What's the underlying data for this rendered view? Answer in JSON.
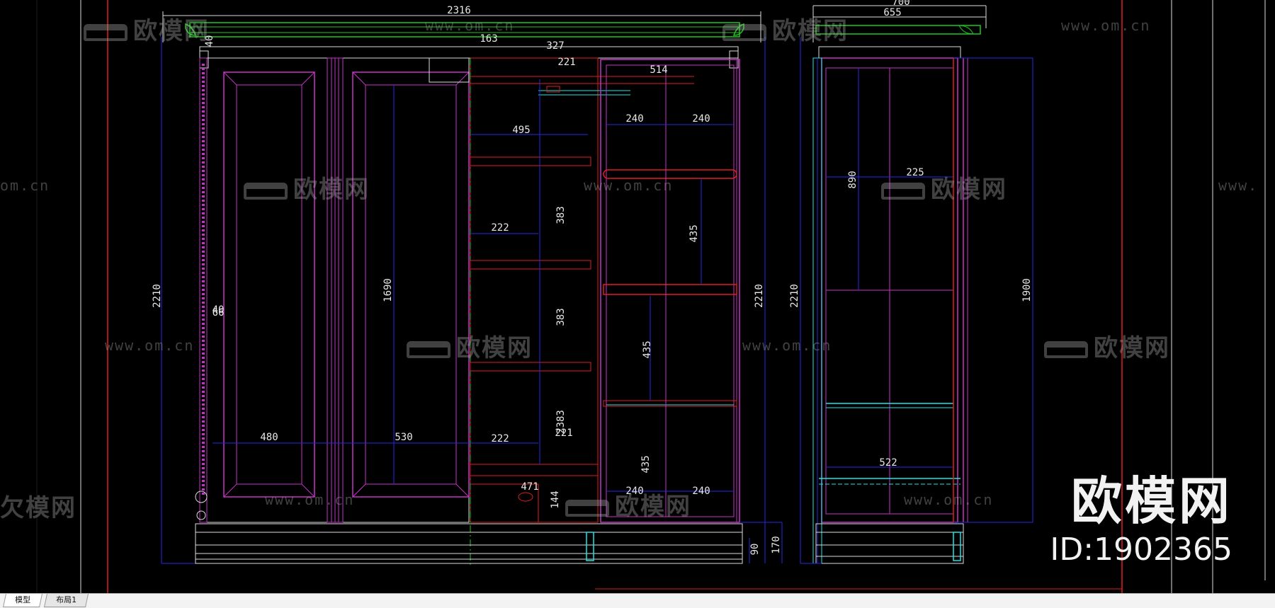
{
  "tabs": [
    {
      "label": "模型",
      "active": true
    },
    {
      "label": "布局1",
      "active": false
    }
  ],
  "watermark": {
    "url_text": "www.om.cn",
    "brand_text": "欧模网",
    "big_brand": "欧模网",
    "id_text": "ID:1902365"
  },
  "front_view": {
    "overall_width": "2316",
    "overall_height_left": "2210",
    "overall_height_right": "2210",
    "top_dims": [
      "163",
      "327",
      "221",
      "514"
    ],
    "cornice_gap": "40",
    "door_inner_height": "1690",
    "left_offset": "40",
    "left_offset_2": "66",
    "door_widths": [
      "480",
      "530"
    ],
    "shelf_widths": [
      "495",
      "222",
      "222",
      "221",
      "471"
    ],
    "shelf_heights": [
      "383",
      "383",
      "2383",
      "144"
    ],
    "hang_section_widths": [
      "240",
      "240",
      "240",
      "240"
    ],
    "hang_heights": [
      "435",
      "435",
      "435"
    ],
    "plinth_dims": [
      "90",
      "170"
    ]
  },
  "side_view": {
    "depth_top": "700",
    "depth": "655",
    "overall_height": "2210",
    "inner_height": "1900",
    "upper_height": "890",
    "panel_width": "225",
    "bottom_width": "522"
  },
  "colors": {
    "background": "#000000",
    "magenta": "#c832c8",
    "red": "#e01e1e",
    "blue": "#2828e6",
    "white": "#dcdcdc",
    "green": "#1ec81e",
    "cyan": "#1ee6e6"
  }
}
